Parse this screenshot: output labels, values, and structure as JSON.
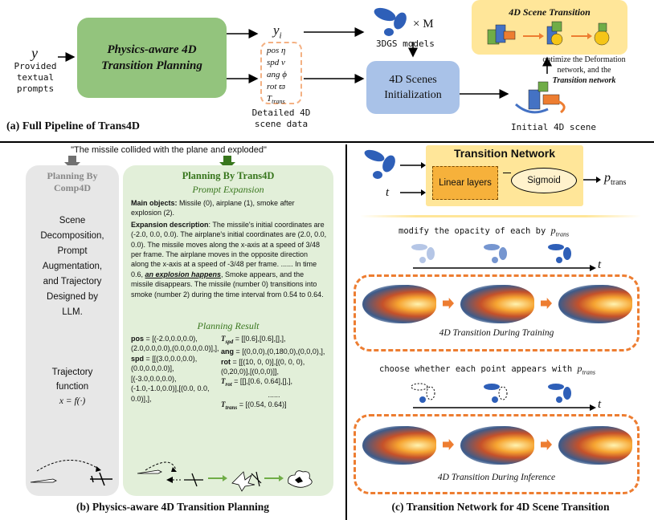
{
  "top": {
    "y_symbol": "y",
    "provided_prompts": [
      "Provided",
      "textual",
      "prompts"
    ],
    "planning_box": [
      "Physics-aware 4D",
      "Transition Planning"
    ],
    "yi_symbol": "y_i",
    "scene_params": [
      {
        "name": "pos",
        "sym": "η"
      },
      {
        "name": "spd",
        "sym": "ν"
      },
      {
        "name": "ang",
        "sym": "ϕ"
      },
      {
        "name": "rot",
        "sym": "ϖ"
      }
    ],
    "t_trans": "T_trans",
    "detailed_caption": [
      "Detailed 4D",
      "scene data"
    ],
    "models_mult": "× M",
    "models_label": "3DGS models",
    "init_box": [
      "4D Scenes",
      "Initialization"
    ],
    "scene_transition_title": "4D Scene Transition",
    "optimize_text": [
      "optimize the Deformation",
      "network, and the"
    ],
    "transition_network_text": "Transition network",
    "initial_scene_label": "Initial 4D scene",
    "caption_a": "(a) Full Pipeline of Trans4D"
  },
  "left": {
    "quote": "\"The missile collided with the plane and exploded\"",
    "comp4d_title": [
      "Planning By",
      "Comp4D"
    ],
    "comp4d_desc": [
      "Scene",
      "Decomposition,",
      "Prompt",
      "Augmentation,",
      "and Trajectory",
      "Designed by",
      "LLM."
    ],
    "trajectory": [
      "Trajectory",
      "function"
    ],
    "trajectory_formula": "x = f(·)",
    "trans4d_title": "Planning By Trans4D",
    "prompt_expansion": "Prompt Expansion",
    "main_objects_label": "Main objects:",
    "main_objects_text": "Missile (0), airplane (1), smoke after explosion (2).",
    "expansion_label": "Expansion description",
    "expansion_text_1": ": The missile's initial coordinates are (-2.0, 0.0, 0.0). The airplane's initial coordinates are (2.0, 0.0, 0.0). The missile moves along the x-axis at a speed of 3/48 per frame. The airplane moves in the opposite direction along the x-axis at a speed of -3/48 per frame. ...... In time 0.6, ",
    "expansion_highlight": "an explosion happens",
    "expansion_text_2": ", Smoke appears, and the missile disappears. The missile (number 0) transitions into smoke (number 2) during the time interval from 0.54 to 0.64.",
    "planning_result": "Planning Result",
    "pos_label": "pos",
    "pos_value": " = [(-2.0,0.0,0.0), (2.0,0.0,0.0),(0.0,0.0,0.0)],],",
    "spd_label": "spd",
    "spd_value": " = [[(3.0,0.0,0.0), (0.0,0.0,0.0)], [(-3.0,0.0,0.0),(-1.0,-1.0,0.0)],[(0.0, 0.0, 0.0)],],",
    "tspd_label": "T_spd",
    "tspd_value": " = [[0.6],[0.6],[],],",
    "ang_label": "ang",
    "ang_value": " = [(0,0,0),(0,180,0),(0,0,0),],",
    "rot_label": "rot",
    "rot_value": " = [[(10, 0, 0)],[(0, 0, 0),(0,20,0)],[(0,0,0)]],",
    "trot_label": "T_rot",
    "trot_value": " = [[],[0.6, 0.64],[],],",
    "ellipsis": "......",
    "ttrans_label": "T_trans",
    "ttrans_value": " = [(0.54, 0.64)]",
    "caption_b": "(b) Physics-aware 4D Transition Planning"
  },
  "right": {
    "t_symbol": "t",
    "network_title": "Transition Network",
    "linear_layers": "Linear layers",
    "sigmoid": "Sigmoid",
    "p_trans": "p_trans",
    "modify_text": "modify the opacity of each by p_trans",
    "training_caption": "4D Transition During Training",
    "choose_text": "choose whether each point appears with p_trans",
    "inference_caption": "4D Transition During Inference",
    "caption_c": "(c) Transition Network for 4D Scene Transition"
  },
  "colors": {
    "green": "#93c47d",
    "light_green": "#e2efd9",
    "dark_green": "#38761d",
    "blue_box": "#a9c2e8",
    "yellow_box": "#ffe699",
    "orange": "#ed7d31",
    "gaussian_blue": "#2e5fb8"
  }
}
